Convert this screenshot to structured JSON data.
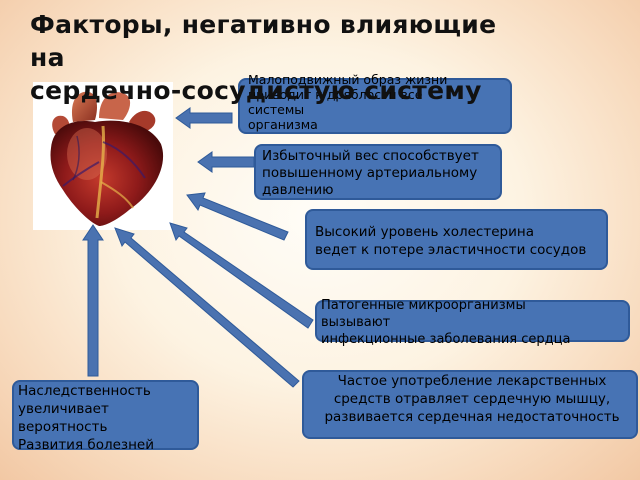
{
  "title": {
    "line1": "Факторы, негативно влияющие на",
    "line2": "сердечно-сосудистую систему"
  },
  "factors": {
    "sedentary": "Малоподвижный образ жизни\nприводит к дряблости все\nсистемы\nорганизма",
    "overweight": "Избыточный вес способствует\n повышенному артериальному\nдавлению",
    "cholesterol": " Высокий уровень холестерина\nведет к потере эластичности сосудов",
    "microorganisms": " Патогенные микроорганизмы\nвызывают\nинфекционные заболевания сердца",
    "medication": "Частое употребление лекарственных\nсредств отравляет сердечную мышцу,\nразвивается сердечная недостаточность",
    "heredity": "Наследственность\nувеличивает\nвероятность\nРазвития болезней"
  },
  "colors": {
    "box_fill": "#4773b4",
    "arrow_fill": "#4a72b0",
    "heart_red": "#8e1a1a"
  },
  "icons": {
    "heart": "heart-anatomy-illustration",
    "arrow": "arrow-up-left"
  }
}
